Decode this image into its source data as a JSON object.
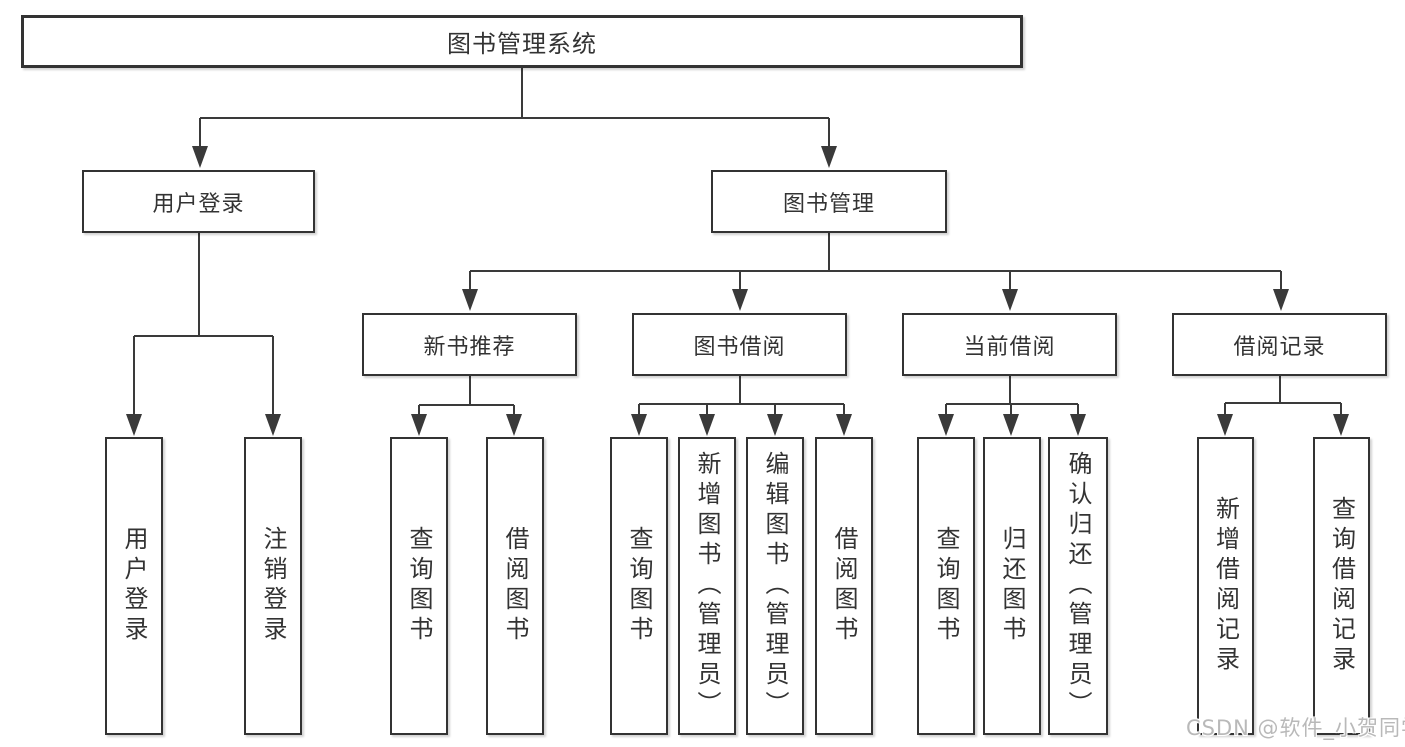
{
  "diagram": {
    "root": {
      "label": "图书管理系统"
    },
    "level2": [
      {
        "id": "user-login",
        "label": "用户登录"
      },
      {
        "id": "book-mgmt",
        "label": "图书管理"
      }
    ],
    "level3": [
      {
        "id": "new-book",
        "label": "新书推荐",
        "parent": "图书管理"
      },
      {
        "id": "book-borrow",
        "label": "图书借阅",
        "parent": "图书管理"
      },
      {
        "id": "current-borrow",
        "label": "当前借阅",
        "parent": "图书管理"
      },
      {
        "id": "borrow-record",
        "label": "借阅记录",
        "parent": "图书管理"
      }
    ],
    "leaves": [
      {
        "label": "用户登录",
        "parent": "用户登录"
      },
      {
        "label": "注销登录",
        "parent": "用户登录"
      },
      {
        "label": "查询图书",
        "parent": "新书推荐"
      },
      {
        "label": "借阅图书",
        "parent": "新书推荐"
      },
      {
        "label": "查询图书",
        "parent": "图书借阅"
      },
      {
        "label": "新增图书（管理员）",
        "parent": "图书借阅"
      },
      {
        "label": "编辑图书（管理员）",
        "parent": "图书借阅"
      },
      {
        "label": "借阅图书",
        "parent": "图书借阅"
      },
      {
        "label": "查询图书",
        "parent": "当前借阅"
      },
      {
        "label": "归还图书",
        "parent": "当前借阅"
      },
      {
        "label": "确认归还（管理员）",
        "parent": "当前借阅"
      },
      {
        "label": "新增借阅记录",
        "parent": "借阅记录"
      },
      {
        "label": "查询借阅记录",
        "parent": "借阅记录"
      }
    ]
  },
  "watermark": "CSDN @软件_小贺同学",
  "colors": {
    "line": "#3a3a3a",
    "box_border": "#333333",
    "text": "#333333",
    "watermark": "#b9b9b9",
    "background": "#ffffff"
  }
}
